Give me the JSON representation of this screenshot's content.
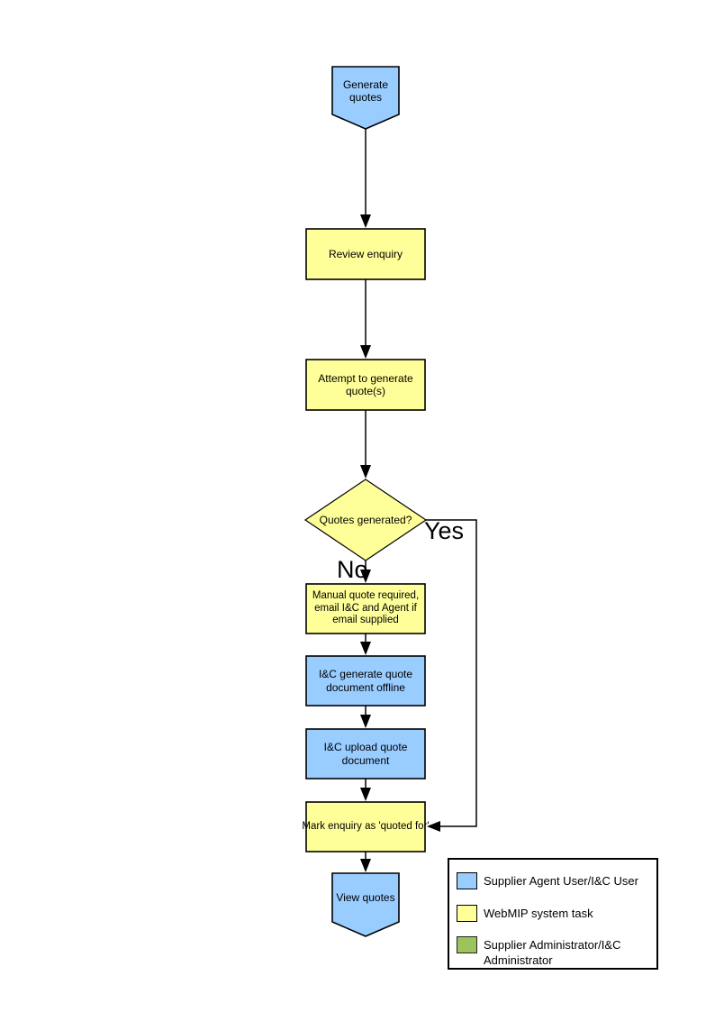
{
  "flowchart": {
    "colors": {
      "agent_blue": "#99CCFF",
      "system_yellow": "#FFFF99",
      "admin_green": "#9BC45D",
      "line": "#000000",
      "background": "#FFFFFF"
    },
    "nodes": {
      "start": {
        "label": "Generate quotes",
        "shape": "terminator-down",
        "category": "agent_blue"
      },
      "review": {
        "label": "Review enquiry",
        "shape": "process",
        "category": "system_yellow"
      },
      "attempt": {
        "label": "Attempt to generate quote(s)",
        "shape": "process",
        "category": "system_yellow"
      },
      "decision": {
        "label": "Quotes generated?",
        "shape": "decision",
        "category": "system_yellow"
      },
      "manual": {
        "label": "Manual quote required, email I&C and Agent if email supplied",
        "shape": "process",
        "category": "system_yellow"
      },
      "generate_offline": {
        "label": "I&C generate quote document offline",
        "shape": "process",
        "category": "agent_blue"
      },
      "upload": {
        "label": "I&C upload quote document",
        "shape": "process",
        "category": "agent_blue"
      },
      "mark_quoted": {
        "label": "Mark enquiry as 'quoted for'",
        "shape": "process",
        "category": "system_yellow"
      },
      "end": {
        "label": "View quotes",
        "shape": "terminator-down",
        "category": "agent_blue"
      }
    },
    "edges": [
      {
        "from": "start",
        "to": "review"
      },
      {
        "from": "review",
        "to": "attempt"
      },
      {
        "from": "attempt",
        "to": "decision"
      },
      {
        "from": "decision",
        "to": "manual",
        "label": "No"
      },
      {
        "from": "decision",
        "to": "mark_quoted",
        "label": "Yes"
      },
      {
        "from": "manual",
        "to": "generate_offline"
      },
      {
        "from": "generate_offline",
        "to": "upload"
      },
      {
        "from": "upload",
        "to": "mark_quoted"
      },
      {
        "from": "mark_quoted",
        "to": "end"
      }
    ],
    "edge_labels": {
      "yes": "Yes",
      "no": "No"
    },
    "legend": {
      "items": [
        {
          "color": "#99CCFF",
          "label": "Supplier Agent User/I&C User"
        },
        {
          "color": "#FFFF99",
          "label": "WebMIP system task"
        },
        {
          "color": "#9BC45D",
          "label": "Supplier Administrator/I&C Administrator"
        }
      ]
    }
  }
}
